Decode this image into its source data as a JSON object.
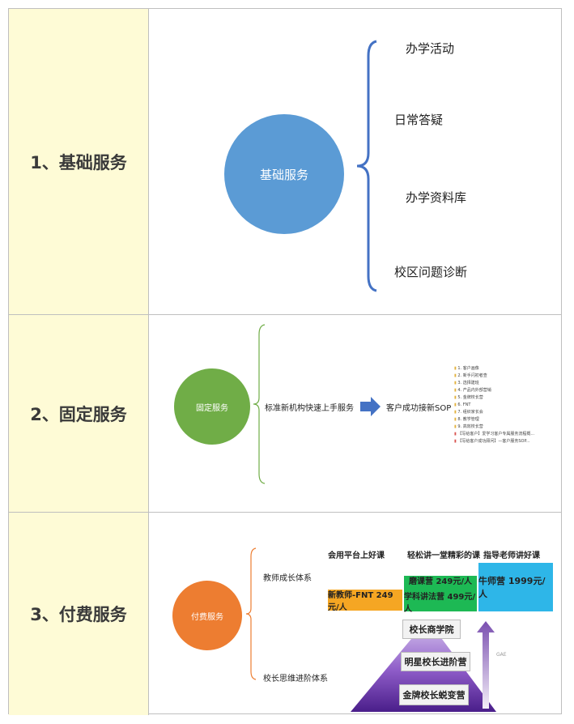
{
  "rows": [
    {
      "label": "1、基础服务",
      "center": "基础服务",
      "items": [
        "办学活动",
        "日常答疑",
        "办学资料库",
        "校区问题诊断"
      ]
    },
    {
      "label": "2、固定服务",
      "center": "固定服务",
      "flow_text": "标准新机构快速上手服务",
      "target": "客户成功接新SOP",
      "doc_list": [
        "1. 客户画像",
        "2. 新手闪初者查",
        "3. 选择建班",
        "4. 产品内外部营销",
        "5. 金牌校长营",
        "6. FNT",
        "7. 组织家长会",
        "8. 教学管理",
        "9. 高效校长营",
        "【写给客户】爱学习客户专属服务流程概...",
        "【写给客户成功顾问】—客户服务SOP..."
      ]
    },
    {
      "label": "3、付费服务",
      "center": "付费服务",
      "branch1": "教师成长体系",
      "branch2": "校长思维进阶体系",
      "headers": [
        "会用平台上好课",
        "轻松讲一堂精彩的课",
        "指导老师讲好课"
      ],
      "fnt": "新教师-FNT  249元/人",
      "mid_line1": "磨课营   249元/人",
      "mid_line2": "学科讲法营   499元/人",
      "top": "牛师营   1999元/人",
      "pyramid": [
        "校长商学院",
        "明星校长进阶营",
        "金牌校长蜕变营"
      ],
      "arrow_caption": "GAE"
    }
  ],
  "colors": {
    "label_bg": "#fefbd6",
    "circle_blue": "#5b9bd5",
    "circle_green": "#70ad47",
    "circle_orange": "#ed7d31",
    "box_orange": "#f5a623",
    "box_green": "#1db954",
    "box_cyan": "#2eb6e8"
  }
}
